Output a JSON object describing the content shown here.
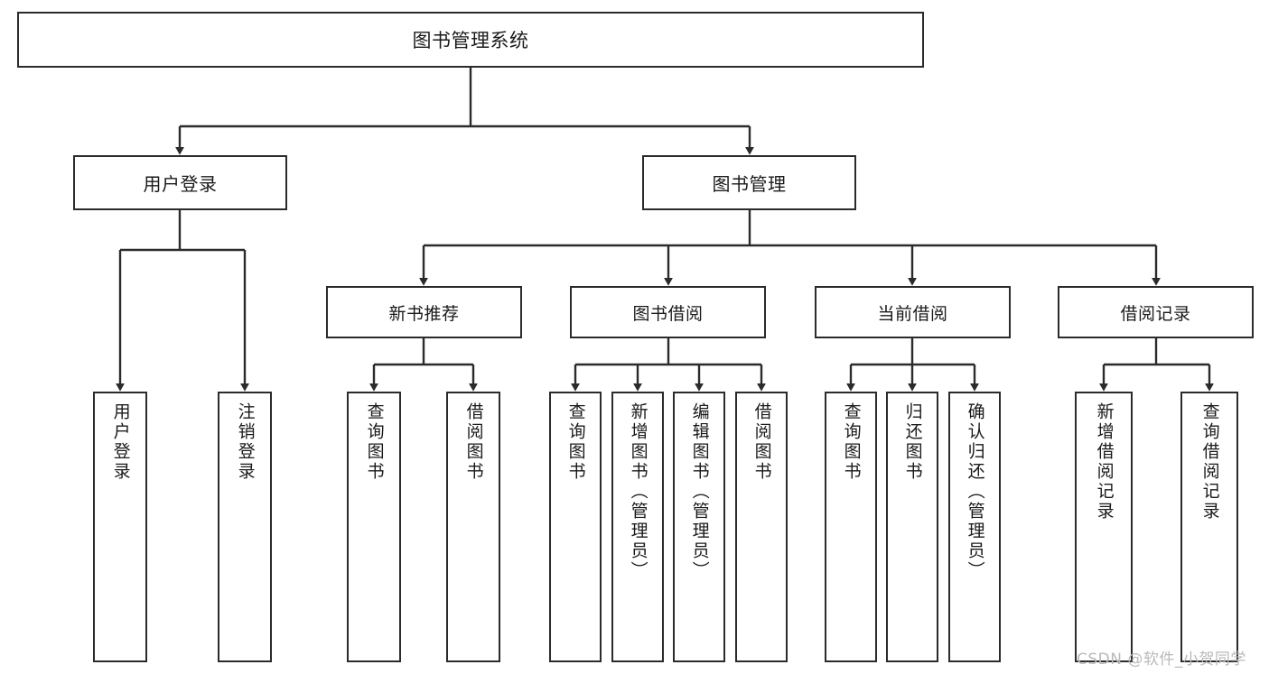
{
  "diagram": {
    "title": "图书管理系统",
    "type": "tree-hierarchy-chart",
    "colors": {
      "box_border": "#2b2b2b",
      "box_fill": "#ffffff",
      "edge": "#2b2b2b",
      "text": "#1a1a1a",
      "watermark": "#b9b9b9",
      "background": "#ffffff"
    },
    "nodes": {
      "root": {
        "label": "图书管理系统"
      },
      "level2": [
        {
          "label": "用户登录"
        },
        {
          "label": "图书管理"
        }
      ],
      "level3": [
        {
          "label": "新书推荐"
        },
        {
          "label": "图书借阅"
        },
        {
          "label": "当前借阅"
        },
        {
          "label": "借阅记录"
        }
      ],
      "leaves": {
        "user_login": [
          {
            "label": "用户登录"
          },
          {
            "label": "注销登录"
          }
        ],
        "new_book_recommend": [
          {
            "label": "查询图书"
          },
          {
            "label": "借阅图书"
          }
        ],
        "book_borrow": [
          {
            "label": "查询图书"
          },
          {
            "label": "新增图书（管理员）"
          },
          {
            "label": "编辑图书（管理员）"
          },
          {
            "label": "借阅图书"
          }
        ],
        "current_borrow": [
          {
            "label": "查询图书"
          },
          {
            "label": "归还图书"
          },
          {
            "label": "确认归还（管理员）"
          }
        ],
        "borrow_record": [
          {
            "label": "新增借阅记录"
          },
          {
            "label": "查询借阅记录"
          }
        ]
      }
    },
    "watermark": "CSDN @软件_小贺同学"
  }
}
